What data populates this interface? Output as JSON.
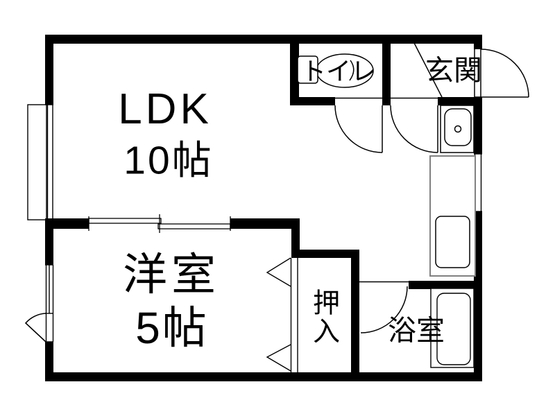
{
  "plan": {
    "type": "japanese-apartment-floorplan",
    "rooms": [
      {
        "id": "ldk",
        "label_line1": "LDK",
        "label_line2": "10帖"
      },
      {
        "id": "western_room",
        "label_line1": "洋室",
        "label_line2": "5帖"
      },
      {
        "id": "toilet",
        "label": "トイレ"
      },
      {
        "id": "entrance",
        "label": "玄関"
      },
      {
        "id": "closet",
        "label": "押入"
      },
      {
        "id": "bathroom",
        "label": "浴室"
      }
    ],
    "fixtures": [
      "toilet-tank-and-bowl",
      "washbasin",
      "kitchen-counter-with-sink",
      "bathtub"
    ],
    "door_symbols": [
      "entrance-swing-door",
      "toilet-swing-door",
      "hall-swing-door",
      "bathroom-swing-door",
      "western-room-outward-door",
      "ldk-sliding-door",
      "closet-folding-doors"
    ],
    "colors": {
      "line": "#000000",
      "background": "#ffffff",
      "counter_outline": "#808080"
    }
  }
}
